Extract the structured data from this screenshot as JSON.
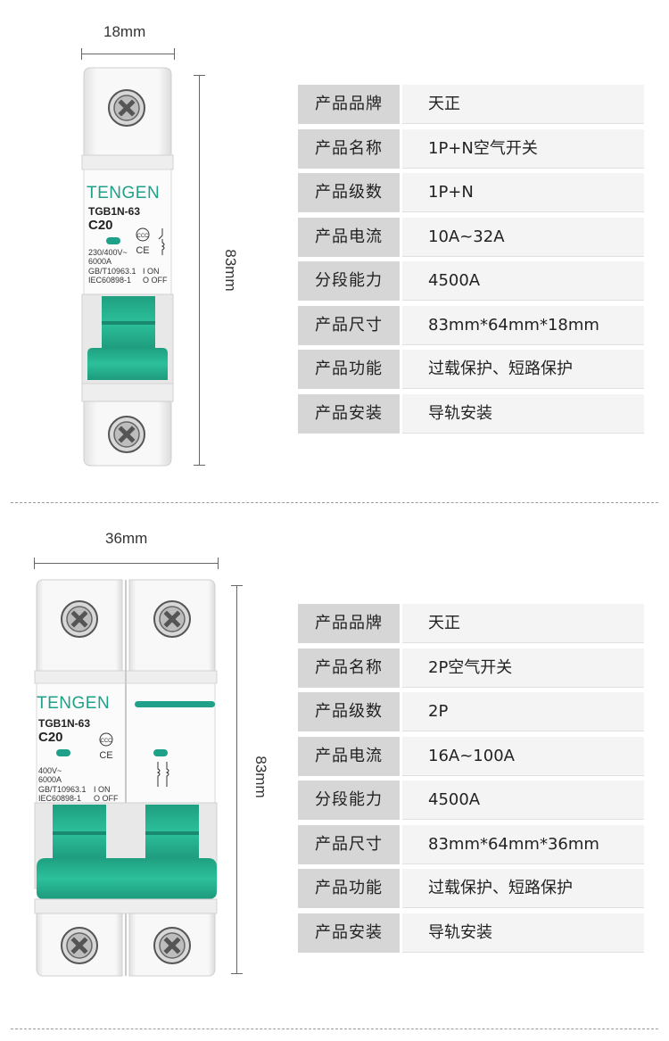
{
  "products": [
    {
      "breaker": {
        "width_label": "18mm",
        "height_label": "83mm",
        "brand": "TENGEN",
        "model": "TGB1N-63",
        "rating": "C20",
        "voltage": "230/400V~",
        "capacity": "6000A",
        "standard1": "GB/T10963.1",
        "standard2": "IEC60898-1",
        "on_label": "I ON",
        "off_label": "O OFF"
      },
      "specs": [
        {
          "key": "产品品牌",
          "value": "天正"
        },
        {
          "key": "产品名称",
          "value": "1P+N空气开关"
        },
        {
          "key": "产品级数",
          "value": "1P+N"
        },
        {
          "key": "产品电流",
          "value": "10A~32A"
        },
        {
          "key": "分段能力",
          "value": "4500A"
        },
        {
          "key": "产品尺寸",
          "value": "83mm*64mm*18mm"
        },
        {
          "key": "产品功能",
          "value": "过载保护、短路保护"
        },
        {
          "key": "产品安装",
          "value": "导轨安装"
        }
      ]
    },
    {
      "breaker": {
        "width_label": "36mm",
        "height_label": "83mm",
        "brand": "TENGEN",
        "model": "TGB1N-63",
        "rating": "C20",
        "voltage": "400V~",
        "capacity": "6000A",
        "standard1": "GB/T10963.1",
        "standard2": "IEC60898-1",
        "on_label": "I ON",
        "off_label": "O OFF"
      },
      "specs": [
        {
          "key": "产品品牌",
          "value": "天正"
        },
        {
          "key": "产品名称",
          "value": "2P空气开关"
        },
        {
          "key": "产品级数",
          "value": "2P"
        },
        {
          "key": "产品电流",
          "value": "16A~100A"
        },
        {
          "key": "分段能力",
          "value": "4500A"
        },
        {
          "key": "产品尺寸",
          "value": "83mm*64mm*36mm"
        },
        {
          "key": "产品功能",
          "value": "过载保护、短路保护"
        },
        {
          "key": "产品安装",
          "value": "导轨安装"
        }
      ]
    }
  ],
  "colors": {
    "accent_green": "#1fa088",
    "toggle_green": "#26b48f",
    "key_cell_bg": "#d6d6d6",
    "value_cell_bg": "#f4f4f4"
  },
  "icons": [
    "screw-icon",
    "ccc-certification-icon",
    "ce-mark-icon",
    "circuit-symbol-icon"
  ]
}
